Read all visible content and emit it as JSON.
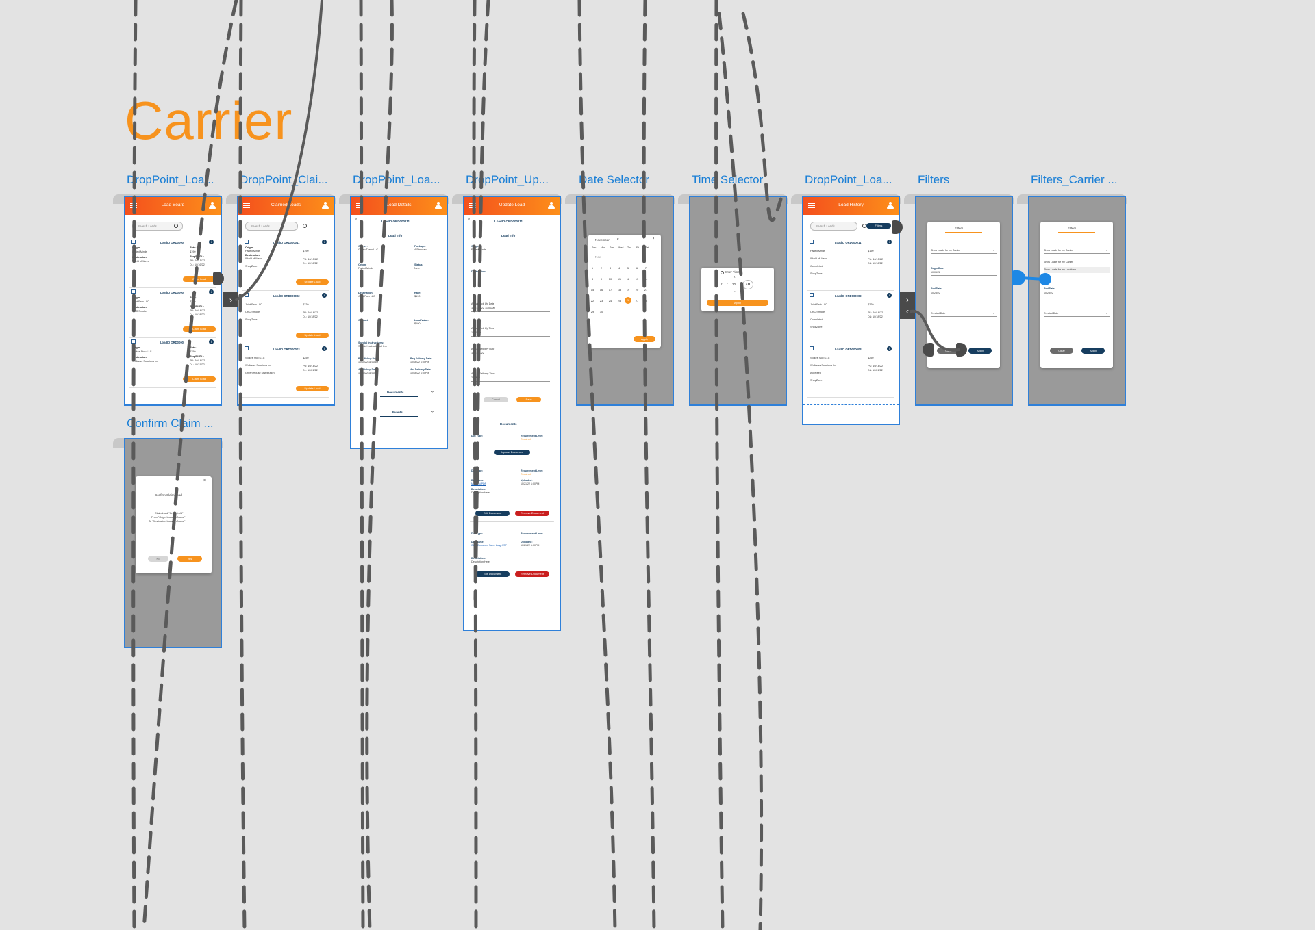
{
  "section_title": "Carrier",
  "artboard_labels": [
    "DropPoint_Loa...",
    "DropPoint_Clai...",
    "DropPoint_Loa...",
    "DropPoint_Up...",
    "Date Selector",
    "Time Selector",
    "DropPoint_Loa...",
    "Filters",
    "Filters_Carrier ...",
    "Confirm Claim ..."
  ],
  "load_board": {
    "title": "Load Board",
    "search_placeholder": "Search Loads",
    "cards": [
      {
        "id": "LoadID ORD0000",
        "origin_label": "Origin:",
        "origin": "Faded Minds",
        "destination_label": "Destination:",
        "destination": "World of Weed",
        "rate_label": "Rate:",
        "rate": "$190",
        "req_label": "Req PU/DL:",
        "pu": "PU: 10/15/22",
        "dl": "DL: 10/16/22",
        "button": "Claim Load"
      },
      {
        "id": "LoadID ORD0000",
        "origin_label": "Origin:",
        "origin": "Joint Pain LLC",
        "destination_label": "Destination:",
        "destination": "OKC Smoke",
        "rate_label": "Rate:",
        "rate": "$220",
        "req_label": "Req PU/DL:",
        "pu": "PU: 10/16/22",
        "dl": "DL: 10/18/22",
        "button": "Claim Load"
      },
      {
        "id": "LoadID ORD0000",
        "origin_label": "Origin:",
        "origin": "Stokes Stop LLC",
        "destination_label": "Destination:",
        "destination": "Wellness Solutions Inc",
        "rate_label": "Rate:",
        "rate": "$250",
        "req_label": "Req PU/DL:",
        "pu": "PU: 10/18/22",
        "dl": "DL: 10/21/22",
        "button": "Claim Load"
      }
    ]
  },
  "claimed_loads": {
    "title": "Claimed Loads",
    "search_placeholder": "Search Loads",
    "cards": [
      {
        "id": "LoadID ORD000011",
        "origin": "Faded Minds",
        "destination": "World of Weed",
        "carrier": "ShopZone",
        "rate": "$190",
        "pu": "PU: 10/15/22",
        "dl": "DL: 10/16/22",
        "button": "Update Load"
      },
      {
        "id": "LoadID ORD000002",
        "origin": "Joint Pain LLC",
        "destination": "OKC Smoke",
        "carrier": "ShopZone",
        "rate": "$220",
        "pu": "PU: 10/16/22",
        "dl": "DL: 10/18/22",
        "button": "Update Load"
      },
      {
        "id": "LoadID ORD000003",
        "origin": "Stokes Stop LLC",
        "destination": "Wellness Solutions Inc",
        "carrier": "Green House Distribution",
        "rate": "$250",
        "pu": "PU: 10/18/22",
        "dl": "DL: 10/21/22",
        "button": "Update Load"
      }
    ]
  },
  "load_details": {
    "title": "Load Details",
    "load_id": "LoadID ORD000111",
    "tab_info": "Load Info",
    "carrier_label": "Carrier:",
    "carrier": "Green Trans LLC",
    "package_label": "Package:",
    "package": "4 Standard",
    "origin_label": "Origin:",
    "origin": "Faded Minds",
    "status_label": "Status:",
    "status": "New",
    "destination_label": "Destination:",
    "destination": "Joint Pain LLC",
    "rate_label": "Rate:",
    "rate": "$190",
    "contact_label": "Contact:",
    "load_value_label": "Load Value:",
    "load_value": "$100",
    "special_label": "Special Instructions:",
    "special": "Special Instructions Here",
    "req_pickup_label": "Req Pickup Date:",
    "req_pickup": "10/15/22 11:00AM",
    "req_delivery_label": "Req Delivery Date:",
    "req_delivery": "10/16/22 1:00PM",
    "act_pickup_label": "Act Pickup Date:",
    "act_pickup": "10/15/22 11:00AM",
    "act_delivery_label": "Act Delivery Date:",
    "act_delivery": "10/16/22 1:00PM",
    "documents": "Documents",
    "events": "Events"
  },
  "update_load": {
    "title": "Update Load",
    "load_id": "LoadID ORD000111",
    "tab_info": "Load Info",
    "origin_label": "Origin:",
    "origin": "Faded Minds",
    "destination_label": "Destination:",
    "actual_pickup_date": "Actual Pick Up Date",
    "pickup_date_value": "10/21/2022 11:00AM",
    "actual_pickup_time": "Actual Pick Up Time",
    "pickup_time_value": "11:00AM",
    "actual_delivery_date": "Actual Delivery Date",
    "delivery_date_value": "10/21/2022",
    "actual_delivery_time": "Actual Delivery Time",
    "delivery_time_value": "2:00PM",
    "cancel": "Cancel",
    "save": "Save",
    "documents": "Documents",
    "doc_type_label": "Doc Type:",
    "req_level_label": "Requirement Level:",
    "required": "Required",
    "upload": "Upload Document",
    "doc_name_label": "Doc Name:",
    "doc_name_1": "Manifest.PDF",
    "uploaded_label": "Uploaded:",
    "uploaded_1": "10/21/22 1:00PM",
    "description_label": "Description:",
    "description": "Description Here",
    "edit": "Edit Document",
    "remove": "Remove Document",
    "doc_name_2": "Other Document Name Long .PDF",
    "uploaded_2": "10/21/22 1:00PM"
  },
  "date_selector": {
    "month": "November",
    "month_short": "Nov",
    "weekdays": [
      "Sun",
      "Mon",
      "Tue",
      "Wed",
      "Thu",
      "Fri",
      "Sat"
    ],
    "days": [
      "1",
      "2",
      "3",
      "4",
      "5",
      "6",
      "7",
      "8",
      "9",
      "10",
      "11",
      "12",
      "13",
      "14",
      "15",
      "16",
      "17",
      "18",
      "19",
      "20",
      "21",
      "22",
      "23",
      "24",
      "25",
      "26",
      "27",
      "28",
      "29",
      "30"
    ],
    "selected_day": "26",
    "apply": "Apply"
  },
  "time_selector": {
    "title": "Enter Time",
    "hour": "11",
    "minute": "20",
    "ampm": "AM",
    "apply": "Apply"
  },
  "load_history": {
    "title": "Load History",
    "search_placeholder": "Search Loads",
    "filters_button": "Filters",
    "cards": [
      {
        "id": "LoadID ORD000011",
        "origin": "Faded Minds",
        "destination": "World of Weed",
        "status": "Completed",
        "carrier": "ShopZone",
        "rate": "$190",
        "pu": "PU: 10/15/22",
        "dl": "DL: 10/16/22"
      },
      {
        "id": "LoadID ORD000002",
        "origin": "Joint Pain LLC",
        "destination": "OKC Smoke",
        "status": "Completed",
        "carrier": "ShopZone",
        "rate": "$220",
        "pu": "PU: 10/16/22",
        "dl": "DL: 10/18/22"
      },
      {
        "id": "LoadID ORD000003",
        "origin": "Stokes Stop LLC",
        "destination": "Wellness Solutions Inc",
        "status": "Accepted",
        "carrier": "ShopZone",
        "rate": "$250",
        "pu": "PU: 10/18/22",
        "dl": "DL: 10/21/22"
      }
    ]
  },
  "filters": {
    "title": "Filters",
    "show_carrier": "Show Loads for my Carrier",
    "begin_date_label": "Begin Date",
    "begin_date": "10/05/22",
    "end_date_label": "End Date",
    "end_date": "10/25/22",
    "created_date": "Created Date",
    "clear": "Clear",
    "apply": "Apply"
  },
  "filters_carrier": {
    "title": "Filters",
    "show_carrier": "Show Loads for my Carrier",
    "show_locations": "Show Loads for my Locations",
    "end_date_label": "End Date",
    "end_date": "10/25/22",
    "created_date": "Created Date",
    "clear": "Clear",
    "apply": "Apply"
  },
  "confirm_claim": {
    "title": "Confirm Claim Load",
    "line1": "Claim Load \"OrdID#-Ud\"",
    "line2": "From \"Origin Location Name\"",
    "line3": "To \"Destination Location Name\"",
    "no": "No",
    "yes": "Yes"
  },
  "colors": {
    "accent": "#f7931e",
    "header_start": "#f4501d",
    "header_end": "#fd8f1a",
    "link_blue": "#1a7fd6",
    "navy": "#163d5f",
    "wire": "#5a5a5a",
    "canvas": "#e3e3e3"
  }
}
